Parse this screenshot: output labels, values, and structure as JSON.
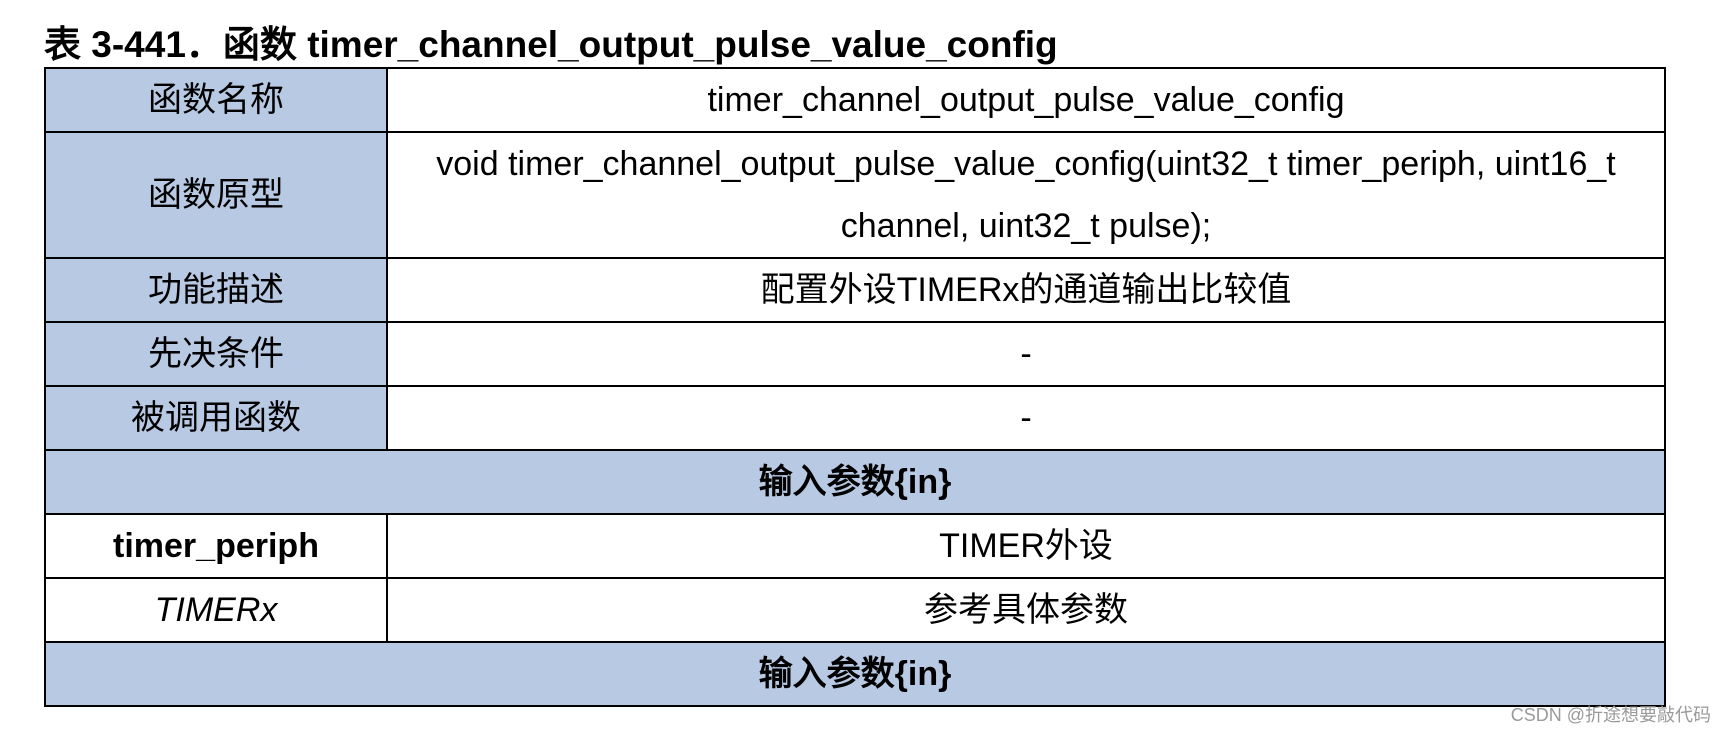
{
  "caption": "表 3-441．函数 timer_channel_output_pulse_value_config",
  "rows": [
    {
      "label": "函数名称",
      "value": "timer_channel_output_pulse_value_config"
    },
    {
      "label": "函数原型",
      "value": "void timer_channel_output_pulse_value_config(uint32_t timer_periph, uint16_t channel, uint32_t pulse);"
    },
    {
      "label": "功能描述",
      "value": "配置外设TIMERx的通道输出比较值"
    },
    {
      "label": "先决条件",
      "value": "-"
    },
    {
      "label": "被调用函数",
      "value": "-"
    }
  ],
  "section_input_1": "输入参数{in}",
  "params": [
    {
      "name": "timer_periph",
      "desc": "TIMER外设"
    },
    {
      "name": "TIMERx",
      "desc": "参考具体参数"
    }
  ],
  "section_input_2": "输入参数{in}",
  "watermark": "CSDN @折途想要敲代码",
  "colors": {
    "header_bg": "#b8c9e3",
    "border": "#000000"
  }
}
